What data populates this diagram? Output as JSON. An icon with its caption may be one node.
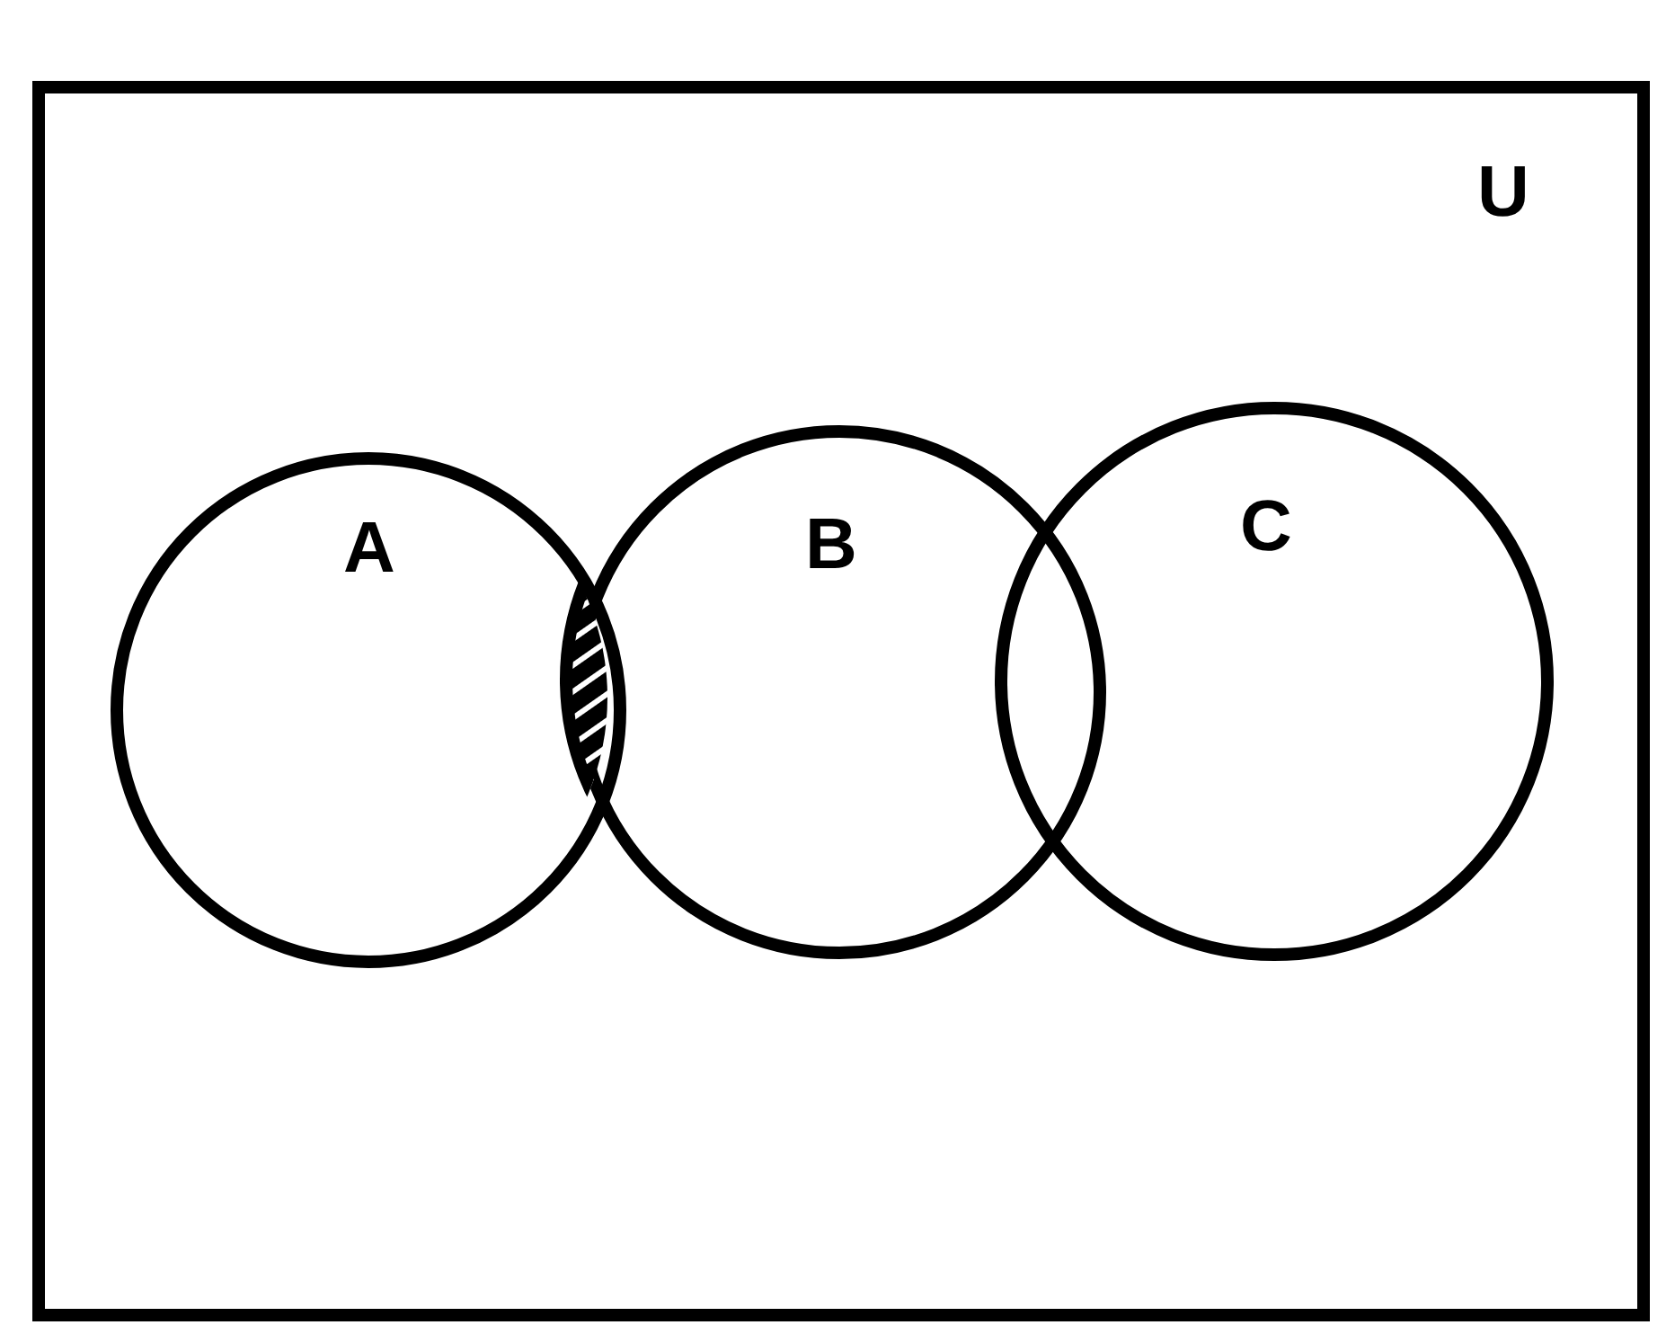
{
  "diagram": {
    "nodes": [
      {
        "text": [
          "U"
        ]
      },
      {
        "text": [
          "A"
        ],
        "in": 0
      },
      {
        "text": [
          "B"
        ],
        "in": 0
      },
      {
        "text": [
          "C"
        ],
        "in": 0
      },
      {
        "text": [],
        "shape": "lens",
        "in": 0
      }
    ]
  }
}
